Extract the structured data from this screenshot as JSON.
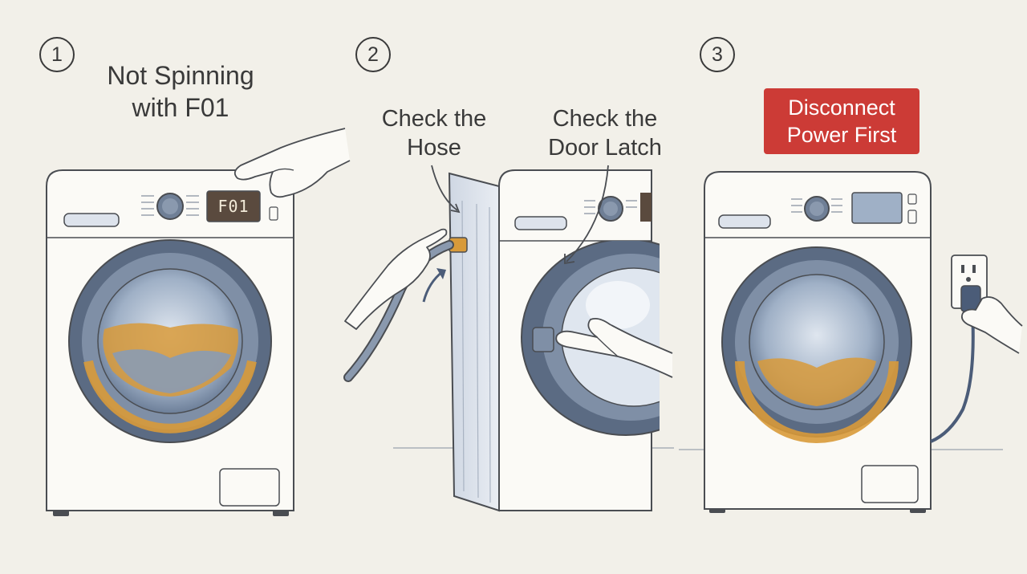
{
  "panels": [
    {
      "step": "1",
      "title_lines": [
        "Not Spinning",
        "with F01"
      ],
      "display_code": "F01"
    },
    {
      "step": "2",
      "callouts": [
        {
          "lines": [
            "Check the",
            "Hose"
          ]
        },
        {
          "lines": [
            "Check the",
            "Door Latch"
          ]
        }
      ]
    },
    {
      "step": "3",
      "warning_lines": [
        "Disconnect",
        "Power First"
      ]
    }
  ],
  "colors": {
    "background": "#f2f0e9",
    "machine_body": "#fbfaf6",
    "outline": "#4a4d52",
    "door_ring": "#6f7f96",
    "laundry": "#d89a3a",
    "warning": "#cc3b36"
  },
  "icons": [
    "pointing-hand-icon",
    "power-outlet-icon",
    "plug-icon",
    "curved-arrow-icon"
  ]
}
